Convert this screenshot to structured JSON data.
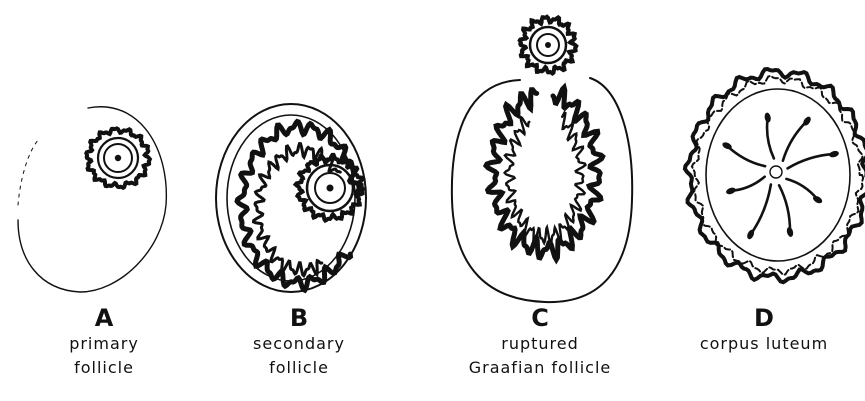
{
  "panels": [
    {
      "letter": "A",
      "caption_line1": "primary",
      "caption_line2": "follicle"
    },
    {
      "letter": "B",
      "caption_line1": "secondary",
      "caption_line2": "follicle"
    },
    {
      "letter": "C",
      "caption_line1": "ruptured",
      "caption_line2": "Graafian follicle"
    },
    {
      "letter": "D",
      "caption_line1": "corpus luteum",
      "caption_line2": ""
    }
  ],
  "colors": {
    "ink": "#111111",
    "background": "#ffffff"
  }
}
